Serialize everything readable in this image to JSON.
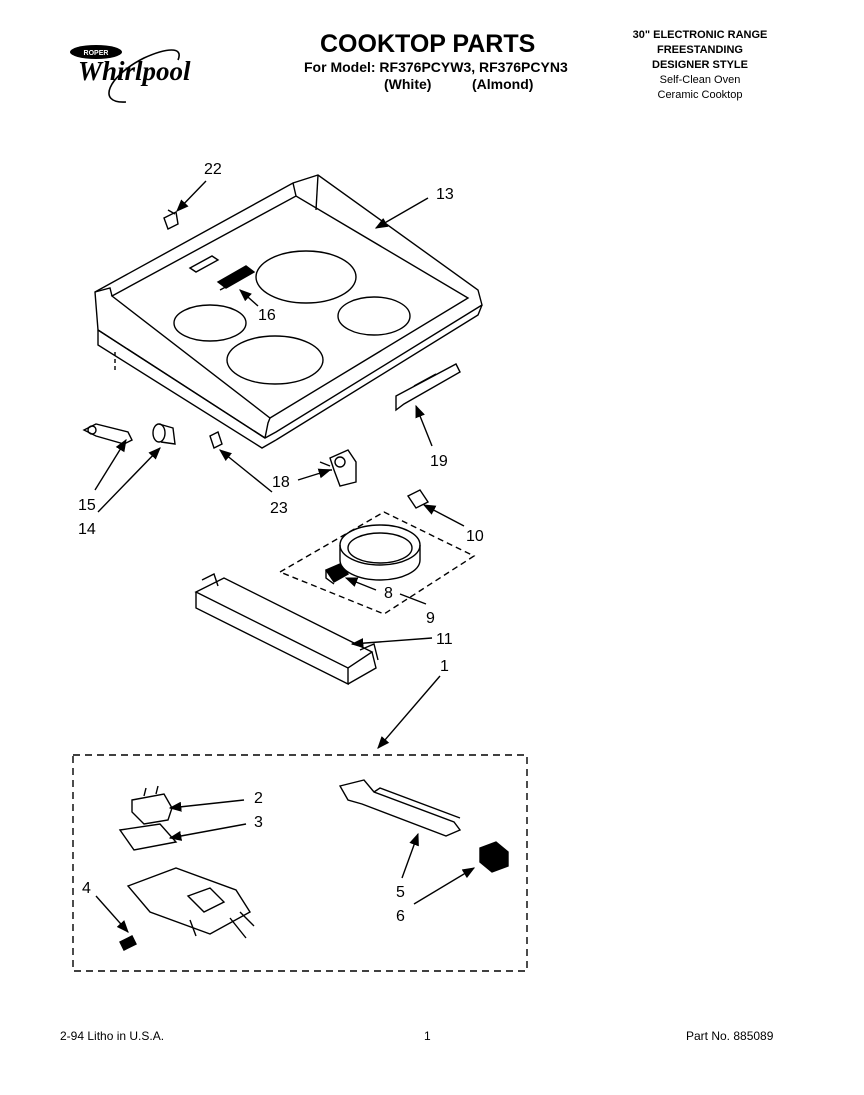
{
  "brand": {
    "wordmark": "Whirlpool",
    "badge": "ROPER"
  },
  "header": {
    "title": "COOKTOP PARTS",
    "model_line": "For Model: RF376PCYW3, RF376PCYN3",
    "variant_white": "(White)",
    "variant_almond": "(Almond)"
  },
  "spec": {
    "line1": "30\" ELECTRONIC RANGE",
    "line2": "FREESTANDING",
    "line3": "DESIGNER STYLE",
    "line4": "Self-Clean Oven",
    "line5": "Ceramic Cooktop"
  },
  "callouts": {
    "c1": "1",
    "c2": "2",
    "c3": "3",
    "c4": "4",
    "c5": "5",
    "c6": "6",
    "c8": "8",
    "c9": "9",
    "c10": "10",
    "c11": "11",
    "c13": "13",
    "c14": "14",
    "c15": "15",
    "c16": "16",
    "c18": "18",
    "c19": "19",
    "c22": "22",
    "c23": "23"
  },
  "footer": {
    "left": "2-94 Litho in U.S.A.",
    "page": "1",
    "right": "Part No. 885089"
  }
}
